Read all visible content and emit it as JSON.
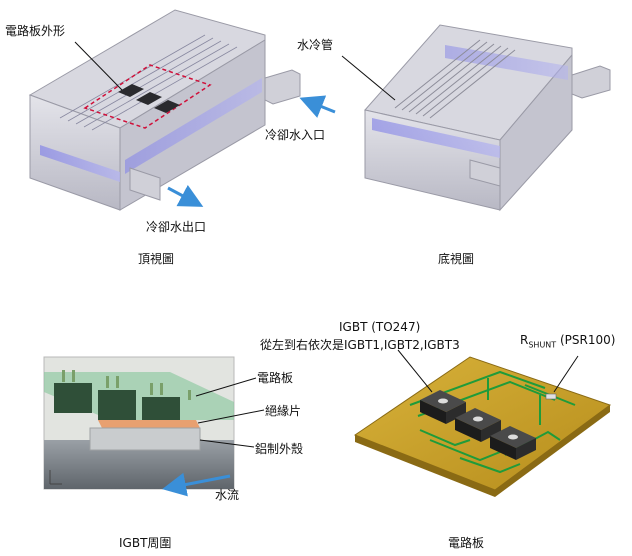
{
  "panel_top": {
    "callout_board_outline": "電路板外形",
    "callout_coolant_in": "冷卻水入口",
    "callout_coolant_out": "冷卻水出口",
    "caption": "頂視圖"
  },
  "panel_bottom_view": {
    "callout_water_pipe": "水冷管",
    "caption": "底視圖"
  },
  "panel_igbt": {
    "callout_board": "電路板",
    "callout_insulator": "絕緣片",
    "callout_aluminum_shell": "鋁制外殼",
    "callout_water_flow": "水流",
    "caption": "IGBT周圍"
  },
  "panel_pcb": {
    "callout_igbt_title": "IGBT (TO247)",
    "callout_igbt_order": "從左到右依次是IGBT1,IGBT2,IGBT3",
    "callout_shunt_r": "R",
    "callout_shunt_sub": "SHUNT",
    "callout_shunt_part": " (PSR100)",
    "caption": "電路板"
  },
  "colors": {
    "housing": "#c8c8d0",
    "channel": "#6f6fd8",
    "flow_arrow": "#3a8fd8",
    "outline_dash": "#d0103a",
    "pcb": "#c9a227",
    "trace": "#1f9b3a",
    "insulator": "#e8a070",
    "board_green": "#2f6b3a"
  }
}
